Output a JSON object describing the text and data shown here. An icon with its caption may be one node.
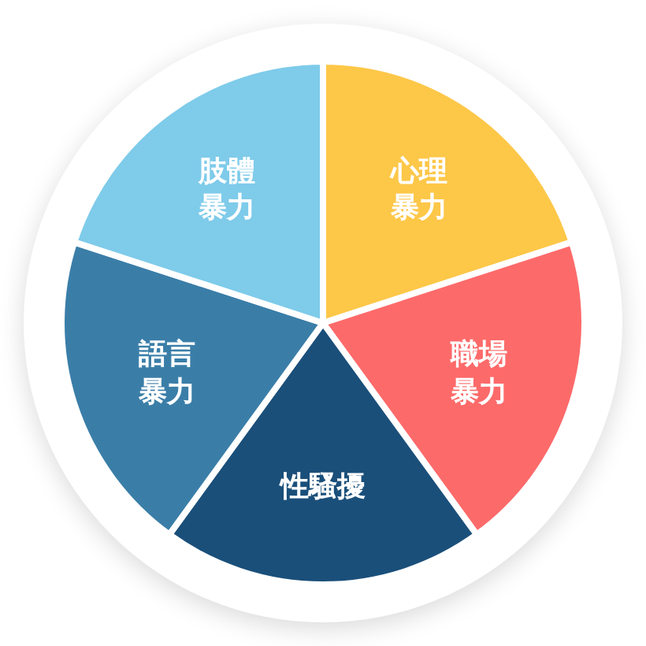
{
  "diagram": {
    "nodes": [
      {
        "text": [
          "心理暴力"
        ]
      },
      {
        "text": [
          "職場暴力"
        ]
      },
      {
        "text": [
          "性騷擾"
        ]
      },
      {
        "text": [
          "語言暴力"
        ]
      },
      {
        "text": [
          "肢體暴力"
        ]
      }
    ]
  }
}
